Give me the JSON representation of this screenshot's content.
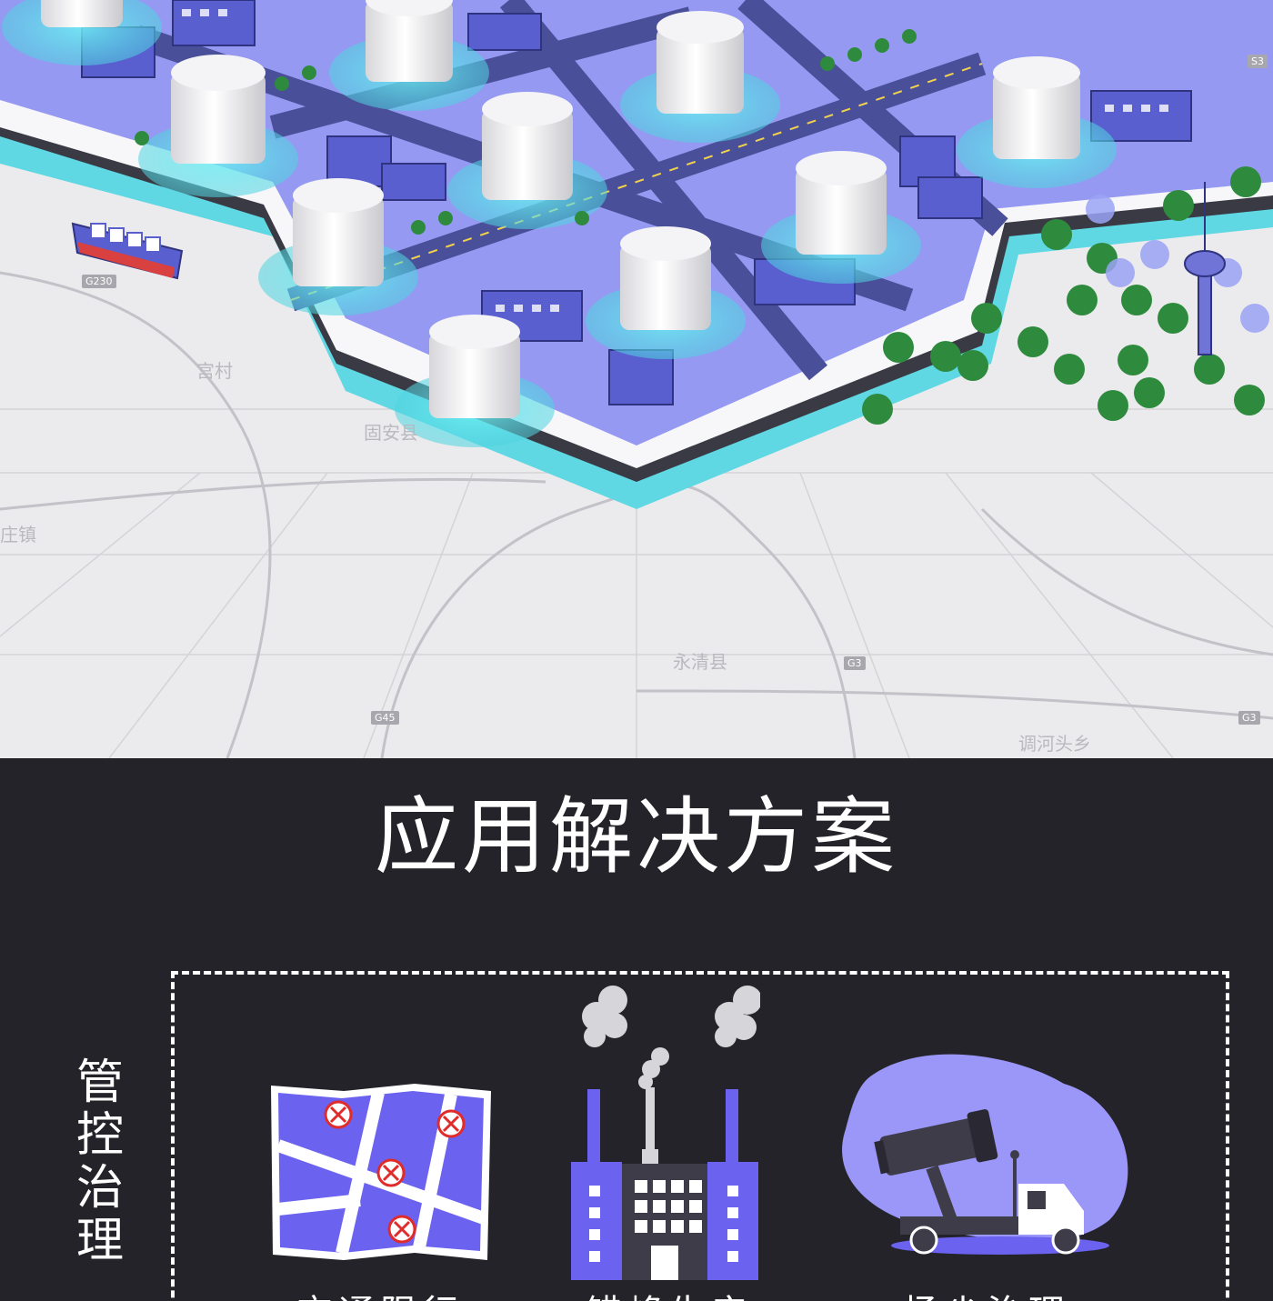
{
  "map": {
    "places": [
      "宫村",
      "固安县",
      "庄镇",
      "永清县",
      "调河头乡"
    ],
    "road_shields": [
      "G230",
      "G45",
      "G3",
      "G3",
      "S3"
    ],
    "colors": {
      "platform": "#8f94f0",
      "road": "#4a4f9a",
      "sensor_halo": "#5fe0e8",
      "tree": "#2e8b3e"
    }
  },
  "solutions": {
    "title": "应用解决方案",
    "category": "管控治理",
    "items": [
      {
        "label": "交通限行",
        "icon": "restricted-map-icon"
      },
      {
        "label": "错峰生产",
        "icon": "factory-smoke-icon"
      },
      {
        "label": "扬尘治理",
        "icon": "dust-cannon-truck-icon"
      }
    ],
    "colors": {
      "accent": "#7b6cf6",
      "background": "#242329"
    }
  }
}
